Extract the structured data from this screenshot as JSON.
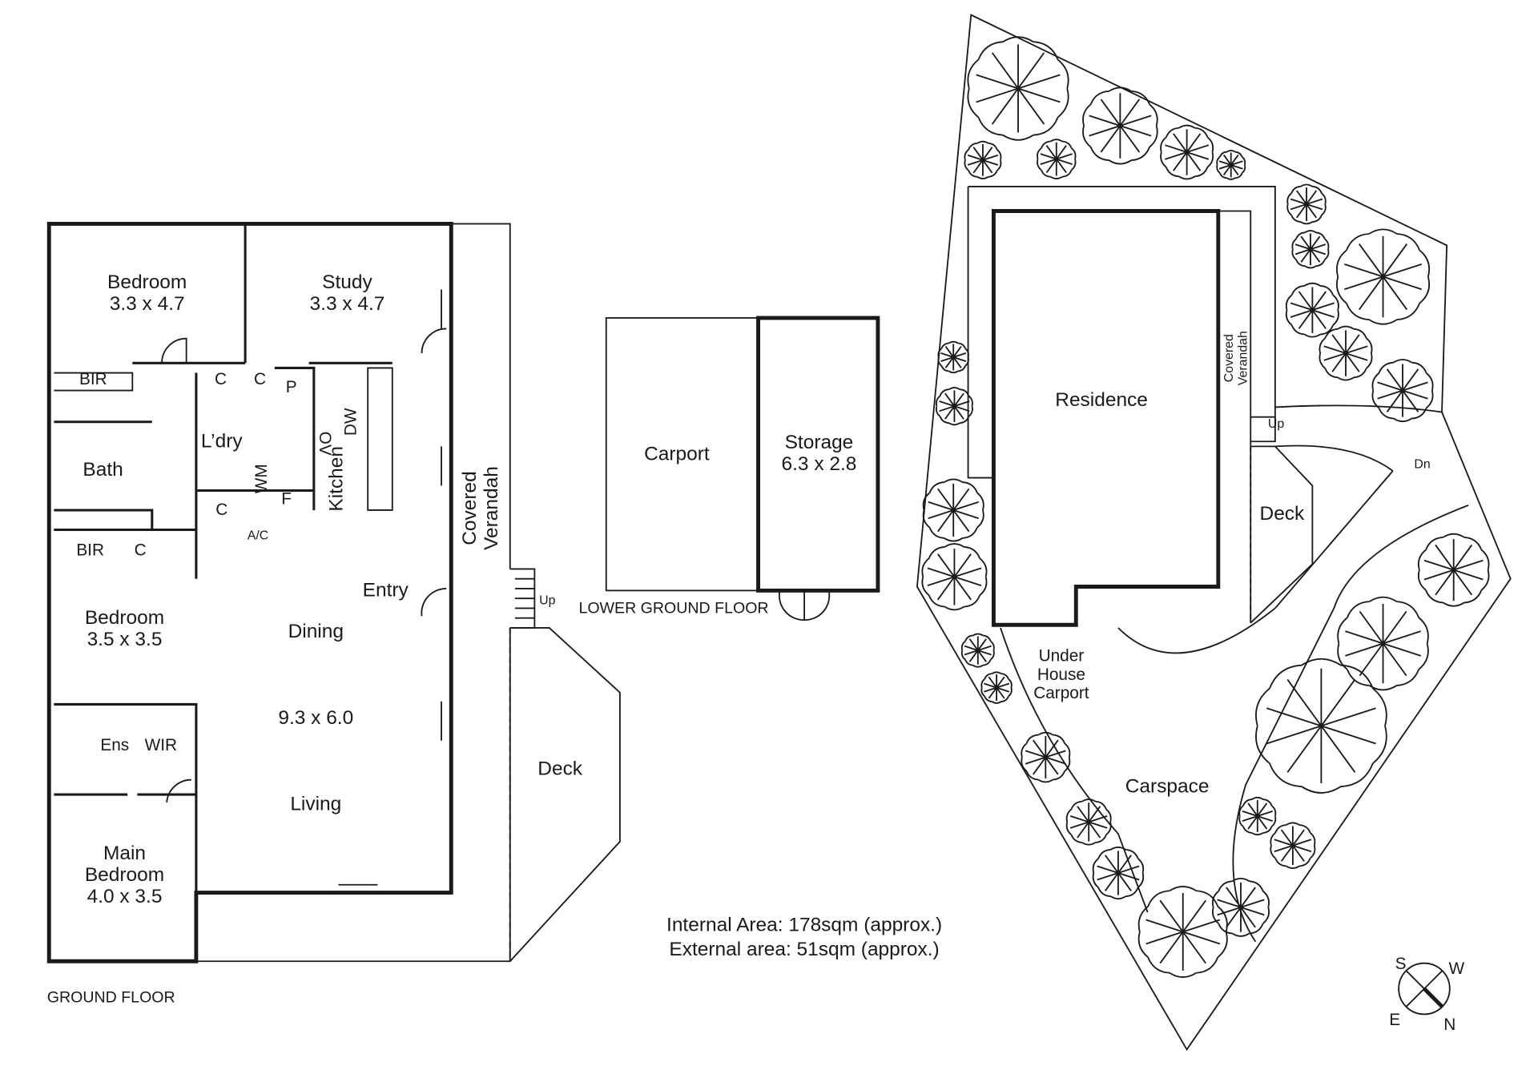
{
  "ground_floor": {
    "title": "GROUND FLOOR",
    "rooms": {
      "bedroom1": {
        "name": "Bedroom",
        "size": "3.3 x 4.7"
      },
      "study": {
        "name": "Study",
        "size": "3.3 x 4.7"
      },
      "bedroom2": {
        "name": "Bedroom",
        "size": "3.5 x 3.5"
      },
      "main_bedroom": {
        "name1": "Main",
        "name2": "Bedroom",
        "size": "4.0 x 3.5"
      },
      "living": {
        "dining": "Dining",
        "size": "9.3 x 6.0",
        "living": "Living"
      },
      "kitchen": "Kitchen",
      "laundry": "L’dry",
      "bath": "Bath",
      "ensuite": "Ens",
      "wir": "WIR",
      "bir": "BIR",
      "cupboard": "C",
      "pantry": "P",
      "fridge": "F",
      "washing_machine": "WM",
      "oven": "OV",
      "dishwasher": "DW",
      "aircon": "A/C",
      "entry": "Entry",
      "verandah1": "Covered",
      "verandah2": "Verandah",
      "deck": "Deck",
      "up": "Up"
    }
  },
  "lower_ground_floor": {
    "title": "LOWER GROUND FLOOR",
    "carport": "Carport",
    "storage": {
      "name": "Storage",
      "size": "6.3 x 2.8"
    }
  },
  "areas": {
    "internal": "Internal Area: 178sqm (approx.)",
    "external": "External area: 51sqm (approx.)"
  },
  "site_plan": {
    "residence": "Residence",
    "verandah1": "Covered",
    "verandah2": "Verandah",
    "up": "Up",
    "down": "Dn",
    "deck": "Deck",
    "under_house1": "Under",
    "under_house2": "House",
    "under_house3": "Carport",
    "carspace": "Carspace"
  },
  "compass": {
    "s": "S",
    "w": "W",
    "e": "E",
    "n": "N"
  }
}
